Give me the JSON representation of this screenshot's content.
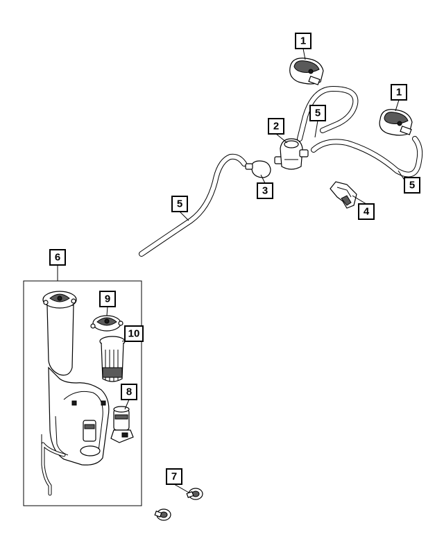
{
  "callouts": {
    "nozzle_left": "1",
    "nozzle_right": "1",
    "check_valve": "2",
    "elbow": "3",
    "hose_clip": "4",
    "hose_upper": "5",
    "hose_right": "5",
    "hose_long": "5",
    "reservoir": "6",
    "push_pin": "7",
    "pump": "8",
    "cap": "9",
    "strainer": "10"
  }
}
